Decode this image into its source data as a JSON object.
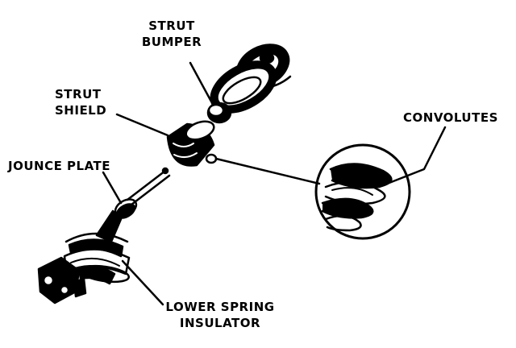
{
  "labels": {
    "strut_bumper": [
      "STRUT",
      "BUMPER"
    ],
    "strut_shield": [
      "STRUT",
      "SHIELD"
    ],
    "convolutes": "CONVOLUTES",
    "jounce_plate": "JOUNCE PLATE",
    "lower_spring_insulator": [
      "LOWER SPRING",
      "INSULATOR"
    ]
  },
  "colors": {
    "ink": "#000000",
    "paper": "#ffffff"
  }
}
